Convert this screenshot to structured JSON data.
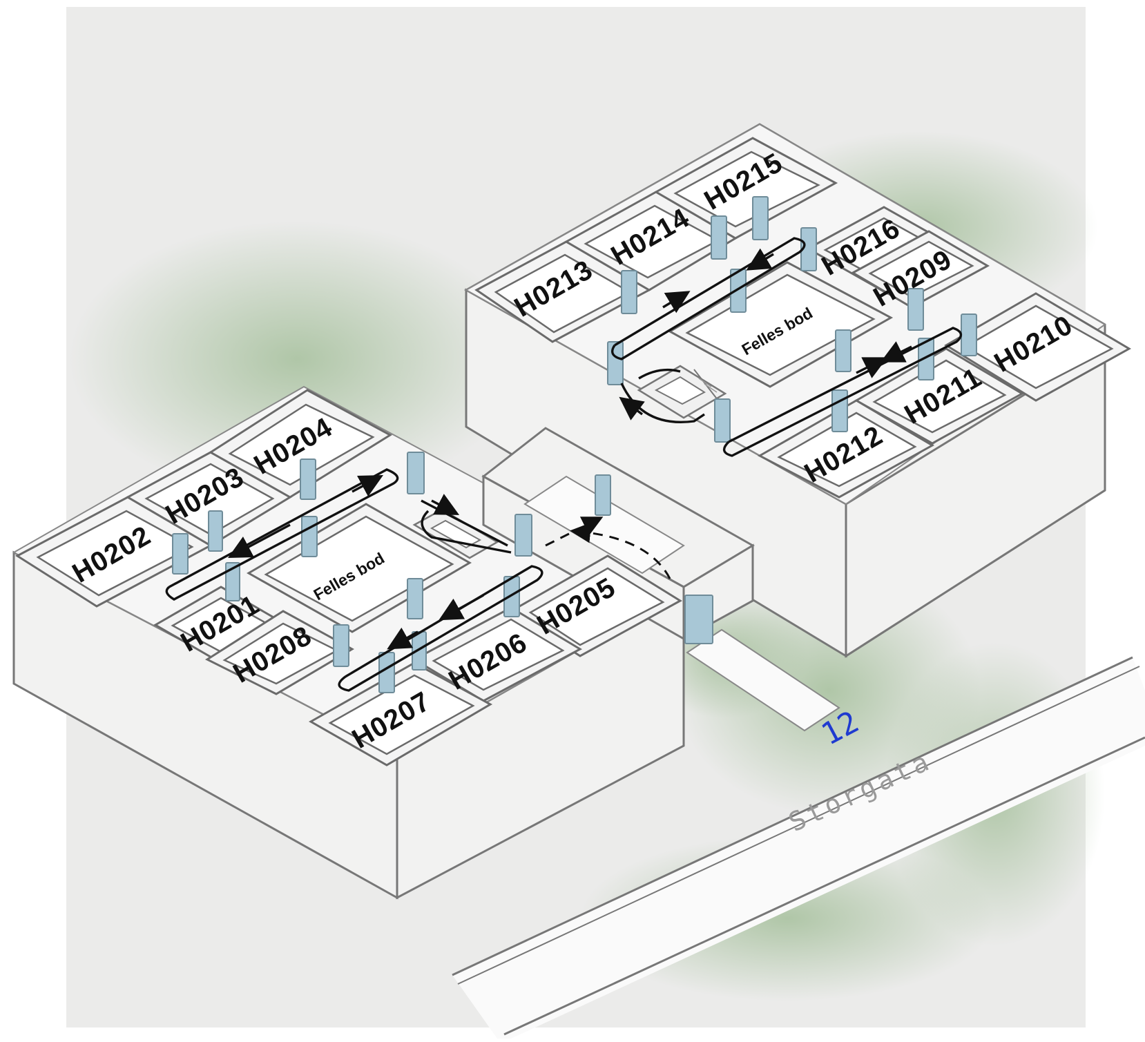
{
  "map": {
    "street_name": "Storgata",
    "house_number": "12",
    "common_storage_label": "Felles bod",
    "left_block_units": [
      "H0202",
      "H0203",
      "H0204",
      "H0201",
      "H0208",
      "H0205",
      "H0206",
      "H0207"
    ],
    "right_block_units": [
      "H0213",
      "H0214",
      "H0215",
      "H0216",
      "H0209",
      "H0210",
      "H0211",
      "H0212"
    ],
    "colors": {
      "background": "#ebebea",
      "greenery": "#b9cbb0",
      "door": "#a8c7d6",
      "house_number": "#1f3ad0",
      "route": "#111111"
    }
  }
}
